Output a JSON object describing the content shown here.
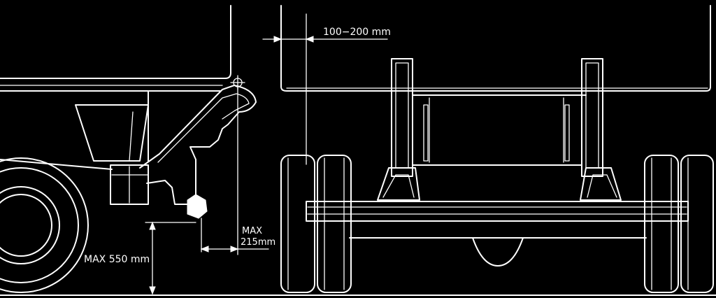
{
  "diagram": {
    "labels": {
      "gap_range": "100−200 mm",
      "max_height": "MAX 550 mm",
      "max_offset_line1": "MAX",
      "max_offset_line2": "215mm"
    },
    "colors": {
      "background": "#000000",
      "line": "#ffffff"
    }
  }
}
